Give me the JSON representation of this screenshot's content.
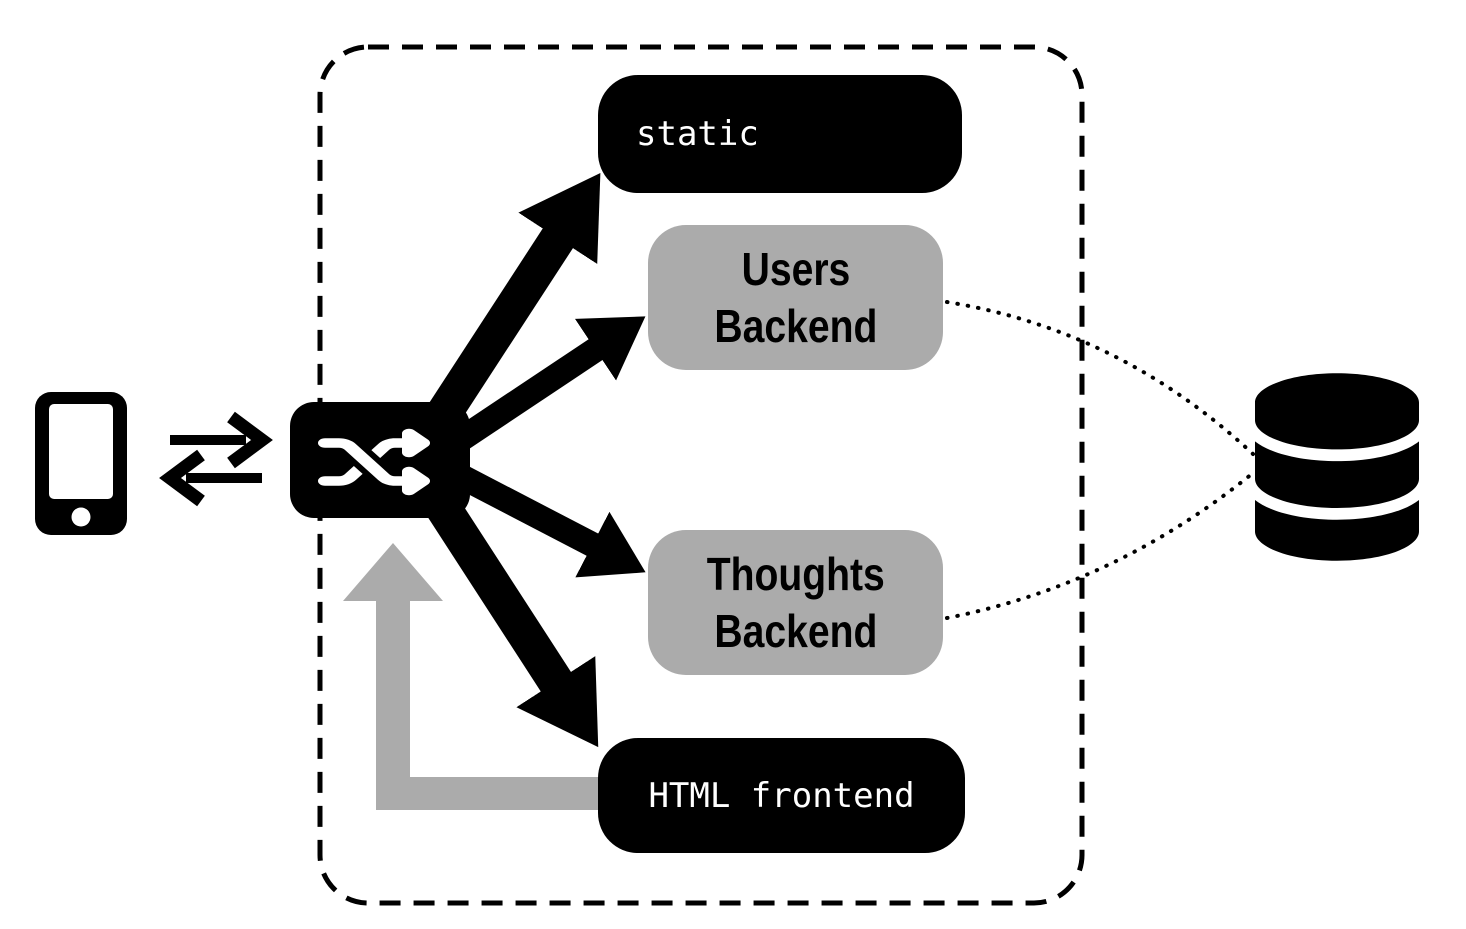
{
  "diagram": {
    "nodes": {
      "static": {
        "label": "static",
        "style": "black-pill",
        "text_color": "#ffffff"
      },
      "users_backend": {
        "line1": "Users",
        "line2": "Backend",
        "style": "gray-pill"
      },
      "thoughts_backend": {
        "line1": "Thoughts",
        "line2": "Backend",
        "style": "gray-pill"
      },
      "html_frontend": {
        "label": "HTML frontend",
        "style": "black-pill",
        "text_color": "#ffffff"
      }
    },
    "icons": {
      "client": "phone-icon",
      "client_link": "transfer-arrows-icon",
      "router": "shuffle-load-balancer-icon",
      "storage": "database-cylinder-icon"
    },
    "colors": {
      "black": "#000000",
      "node_gray": "#ababab",
      "arrow_gray": "#ababab",
      "white": "#ffffff"
    },
    "edges": [
      {
        "from": "client",
        "to": "load-balancer",
        "style": "double-arrow"
      },
      {
        "from": "load-balancer",
        "to": "static",
        "style": "thick-black-arrow"
      },
      {
        "from": "load-balancer",
        "to": "users-backend",
        "style": "black-arrow"
      },
      {
        "from": "load-balancer",
        "to": "thoughts-backend",
        "style": "black-arrow"
      },
      {
        "from": "load-balancer",
        "to": "html-frontend",
        "style": "thick-black-arrow"
      },
      {
        "from": "html-frontend",
        "to": "load-balancer",
        "style": "gray-elbow-arrow"
      },
      {
        "from": "users-backend",
        "to": "database",
        "style": "dotted-curve"
      },
      {
        "from": "thoughts-backend",
        "to": "database",
        "style": "dotted-curve"
      }
    ],
    "cluster": {
      "style": "dashed-rounded-border"
    }
  }
}
